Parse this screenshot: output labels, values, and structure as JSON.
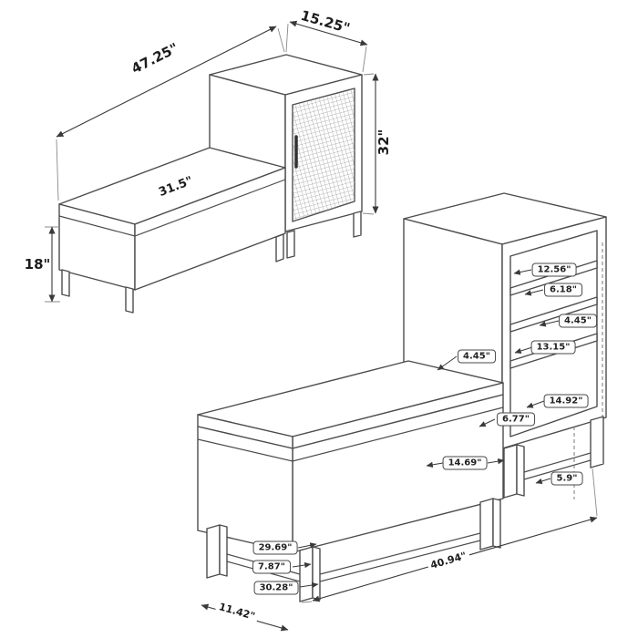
{
  "canvas": {
    "background": "#ffffff",
    "line_color": "#4d4d4d"
  },
  "overview": {
    "length_label": "47.25\"",
    "depth_label": "15.25\"",
    "cabinet_height_label": "32\"",
    "bench_height_label": "18\"",
    "bench_top_label": "31.5\""
  },
  "detail": {
    "labels": [
      "12.56\"",
      "6.18\"",
      "4.45\"",
      "13.15\"",
      "4.45\"",
      "14.92\"",
      "6.77\"",
      "14.69\"",
      "5.9\"",
      "29.69\"",
      "7.87\"",
      "30.28\"",
      "40.94\"",
      "11.42\""
    ]
  }
}
